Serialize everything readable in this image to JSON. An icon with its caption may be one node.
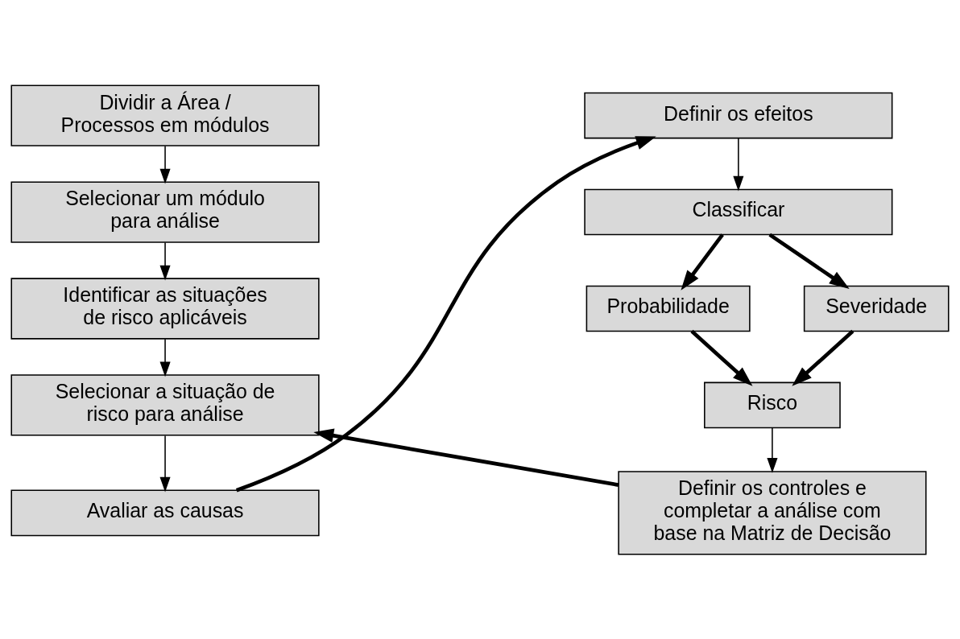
{
  "diagram": {
    "nodes": [
      {
        "text": [
          "Dividir a Área / Processos em módulos"
        ]
      },
      {
        "text": [
          "Selecionar um módulo para análise"
        ]
      },
      {
        "text": [
          "Identificar as situações de risco aplicáveis"
        ]
      },
      {
        "text": [
          "Selecionar a situação de risco para análise"
        ]
      },
      {
        "text": [
          "Avaliar as causas"
        ]
      },
      {
        "text": [
          "Definir os efeitos"
        ]
      },
      {
        "text": [
          "Classificar"
        ]
      },
      {
        "text": [
          "Probabilidade"
        ]
      },
      {
        "text": [
          "Severidade"
        ]
      },
      {
        "text": [
          "Risco"
        ]
      },
      {
        "text": [
          "Definir os controles e completar a análise com base na Matriz de Decisão"
        ]
      }
    ],
    "edges": [
      {
        "from": 0,
        "to": 1,
        "arrow": "to"
      },
      {
        "from": 1,
        "to": 2,
        "arrow": "to"
      },
      {
        "from": 2,
        "to": 3,
        "arrow": "to"
      },
      {
        "from": 3,
        "to": 4,
        "arrow": "to"
      },
      {
        "from": 4,
        "to": 5,
        "arrow": "to",
        "style": "thick"
      },
      {
        "from": 5,
        "to": 6,
        "arrow": "to"
      },
      {
        "from": 6,
        "to": 7,
        "arrow": "to",
        "style": "thick"
      },
      {
        "from": 6,
        "to": 8,
        "arrow": "to",
        "style": "thick"
      },
      {
        "from": 7,
        "to": 9,
        "arrow": "to",
        "style": "thick"
      },
      {
        "from": 8,
        "to": 9,
        "arrow": "to",
        "style": "thick"
      },
      {
        "from": 9,
        "to": 10,
        "arrow": "to"
      },
      {
        "from": 10,
        "to": 3,
        "arrow": "to",
        "style": "thick"
      }
    ]
  }
}
